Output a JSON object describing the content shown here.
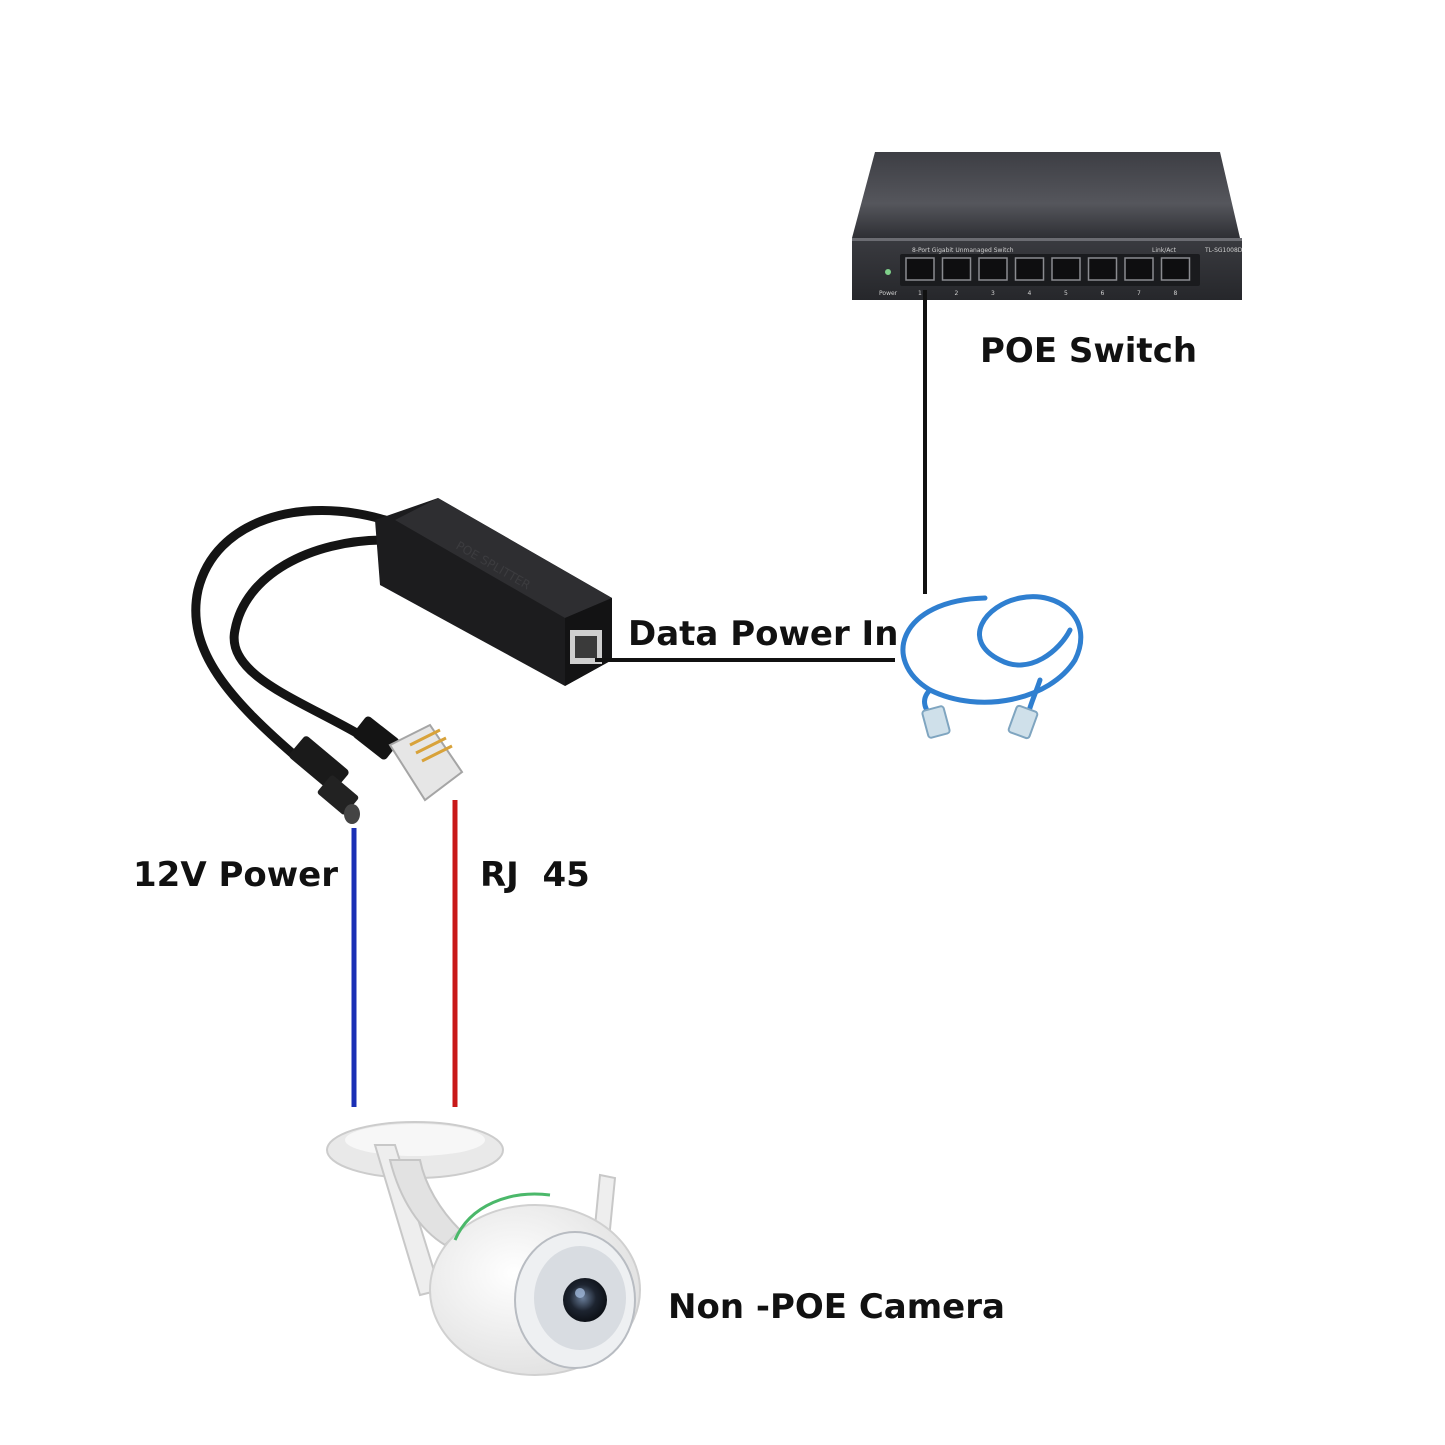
{
  "labels": {
    "poe_switch": "POE Switch",
    "data_power_in": "Data Power In",
    "power_12v": "12V Power",
    "rj45": "RJ  45",
    "camera": "Non -POE Camera"
  },
  "switch_panel": {
    "model_text": "8-Port Gigabit Unmanaged Switch",
    "link_act_text": "Link/Act",
    "model_code": "TL-SG1008D",
    "power_text": "Power",
    "port_numbers": [
      "1",
      "2",
      "3",
      "4",
      "5",
      "6",
      "7",
      "8"
    ]
  },
  "splitter_text": "POE SPLITTER",
  "colors": {
    "black_line": "#111111",
    "blue_line": "#1a2fb5",
    "red_line": "#c81818",
    "patch_cable": "#2f7fd0",
    "device_dark": "#2b2c30",
    "camera_white": "#f3f3f3"
  },
  "icons": [
    "poe-switch-icon",
    "poe-splitter-icon",
    "patch-cable-icon",
    "camera-icon"
  ]
}
